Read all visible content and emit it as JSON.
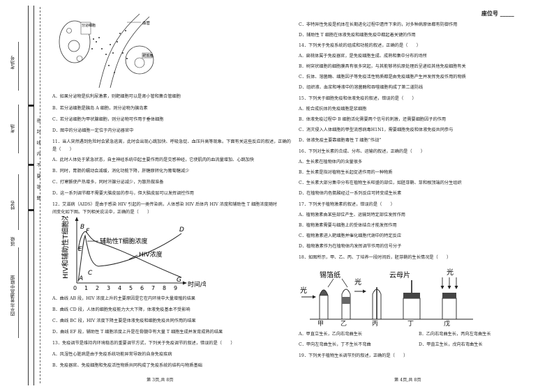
{
  "header": {
    "seat_label": "座位号",
    "seat_blank": "_____"
  },
  "binding": {
    "exam_no": "考场号",
    "exam_room": "考场",
    "name": "姓名",
    "class_school": "班级",
    "school": "四平市普通高中联盟",
    "fold": "密 封 线 内 不 要 答 题"
  },
  "left_page": {
    "fig10": {
      "label_fenmi": "分泌细胞",
      "label_xueguan": "血管",
      "label_bachi": "靶细胞"
    },
    "q10_options": [
      "A．如果分泌物是抗利尿激素，则靶细胞可以是肾小管和集合管细胞",
      "B．若分泌细胞是胰岛 A 细胞，则分泌物为胰岛素",
      "C．若分泌细胞为甲状腺细胞，则分泌物可作用于垂体细胞",
      "D．图中的分泌细胞一定位于内分泌器官中"
    ],
    "q11_stem_1": "11．当人突然遇到危险时会紧急逃离，此时会出现心跳加快、呼吸急促、血压升高等现象。下面有关这些反应的叙述，正确的",
    "q11_stem_2": "是（　　）",
    "q11_options": [
      "A．此时人体处于紧急状态，自主神经系统中起主要作用的是交感神经，它使肌肉的血流量增加、心跳加快",
      "B．同时，胃肠的蠕动会减缓，消化功能下降，肝糖原转化为葡萄糖减少",
      "C．打寒颤使产热增多，同时汗腺分泌减少，为散热做准备",
      "D．这一系列调节都不需要大脑皮层的参与，但大脑皮层可以发挥调控作用"
    ],
    "q12_stem_1": "12．艾滋病（AIDS）是由于感染 HIV 引起的一类传染病，人体感染 HIV 后体内 HIV 浓度和辅助性 T 细胞浓度随时",
    "q12_stem_2": "间变化如下图。下列相关说法中，正确的是（　　）",
    "fig12": {
      "ylabel": "HIV和辅助性T细胞浓度",
      "xlabel": "时间/年",
      "legend_t": "辅助性T细胞浓度",
      "legend_hiv": "HIV浓度",
      "points": [
        "A",
        "B",
        "C",
        "D",
        "E",
        "F",
        "G"
      ],
      "ticks": [
        "0",
        "1",
        "2",
        "3",
        "4",
        "5",
        "6",
        "7",
        "8",
        "9"
      ]
    },
    "q12_options": [
      "A．曲线 AB 段，HIV 浓度上升的主要原因是它在内环境中大量增殖的结果",
      "B．曲线 CD 段，人体的细胞免疫能力大大下降，体液免疫基本不受影响",
      "C．曲线 BC 段，HIV 浓度下降主要是体液免疫和细胞免疫共同作用的结果",
      "D．曲线 EF 段，辅助性 T 细胞浓度上升是在骨髓中有大量 T 细胞生成并发育成熟的结果"
    ],
    "q13_stem": "13．免疫调节是维持内环境稳态的重要调节方式，下列关于免疫调节的叙述，错误的是（　　）",
    "q13_options": [
      "A．风湿性心脏病是由于免疫系统功能异常导致的自身免疫疾病",
      "B．免疫器官、免疫细胞和免疫活性物质共同构成了免疫系统的结构与物质基础"
    ],
    "footer": "第 3页,共 8页"
  },
  "right_page": {
    "q13_options_cont": [
      "C．非特异性免疫是机体在长期进化过程中遗传下来的，对多种病原体都有防御作用",
      "D．辅助性 T 细胞在体液免疫和细胞免疫中都起着关键的作用"
    ],
    "q14_stem": "14．下列关于免疫系统的组成和功能的叙述，正确的是（　　）",
    "q14_options": [
      "A．扁桃体属于免疫器官，是免疫细胞生成、成熟和集中分布的场所",
      "B．树突状细胞的细胞膜具有很多突起，与其能够将抗原处理后呈递给其他免疫细胞有关",
      "C．抗体、溶菌酶、细胞因子等免疫活性物质都是由免疫细胞产生并发挥免疫作用的物质",
      "D．组织液、血浆和唾液中的溶菌酶和吞噬细胞构成了第二道防线"
    ],
    "q15_stem": "15．下列关于细胞免疫和体液免疫的叙述，错误的是（　　）",
    "q15_options": [
      "A．能合成抗体的免疫细胞是浆细胞",
      "B．体液免疫过程中 B 细胞活化需要两个信号的刺激，还需要细胞因子的作用",
      "C．消灭侵入人体细胞的甲型流感病毒H1N1，需要细胞免疫和体液免疫共同参与",
      "D．体液免疫主要靠细胞毒性 T 细胞“作战”"
    ],
    "q16_stem": "16．下列对生长素的合成、分布、运输的叙述，正确的是（　　）",
    "q16_options": [
      "A．生长素在植物体内的含量很多",
      "B．生长素是指对植物生长起促进作用的一种物质",
      "C．生长素大部分集中分布在植物生长旺盛的部位，如胚芽鞘、芽和根顶端的分生组织",
      "D．在植物体内色氨酸经过一系列反应可转变成生长素"
    ],
    "q17_stem": "17．下列关于植物激素的叙述，错误的是（　　）",
    "q17_options": [
      "A．植物激素由某些部位产生、运输到特定部位发挥作用",
      "B．植物激素需要与细胞上的受体结合才能发挥作用",
      "C．植物激素进入靶细胞并催化细胞代谢中的特定反应",
      "D．植物激素作为在植物体内发挥调节作用的信号分子"
    ],
    "q18_stem": "18．如图所示，甲、乙、丙、丁培养一段时间后，胚芽鞘的生长情况是（　　）",
    "fig18": {
      "light": "光",
      "tinfoil": "锡箔纸",
      "mica": "云母片",
      "labels": [
        "甲",
        "乙",
        "丙",
        "丁",
        "戊"
      ]
    },
    "q18_options": [
      "A．甲直立生长，乙向右弯曲生长",
      "B．乙向右弯曲生长，丙向左弯曲生长",
      "C．甲向左弯曲生长，丁不生长不弯曲",
      "D．甲直立生长，戊向右弯曲生长"
    ],
    "q19_stem": "19．下列关于植物生长调节剂的叙述，正确的是（　　）",
    "footer": "第 4页,共 8页"
  }
}
